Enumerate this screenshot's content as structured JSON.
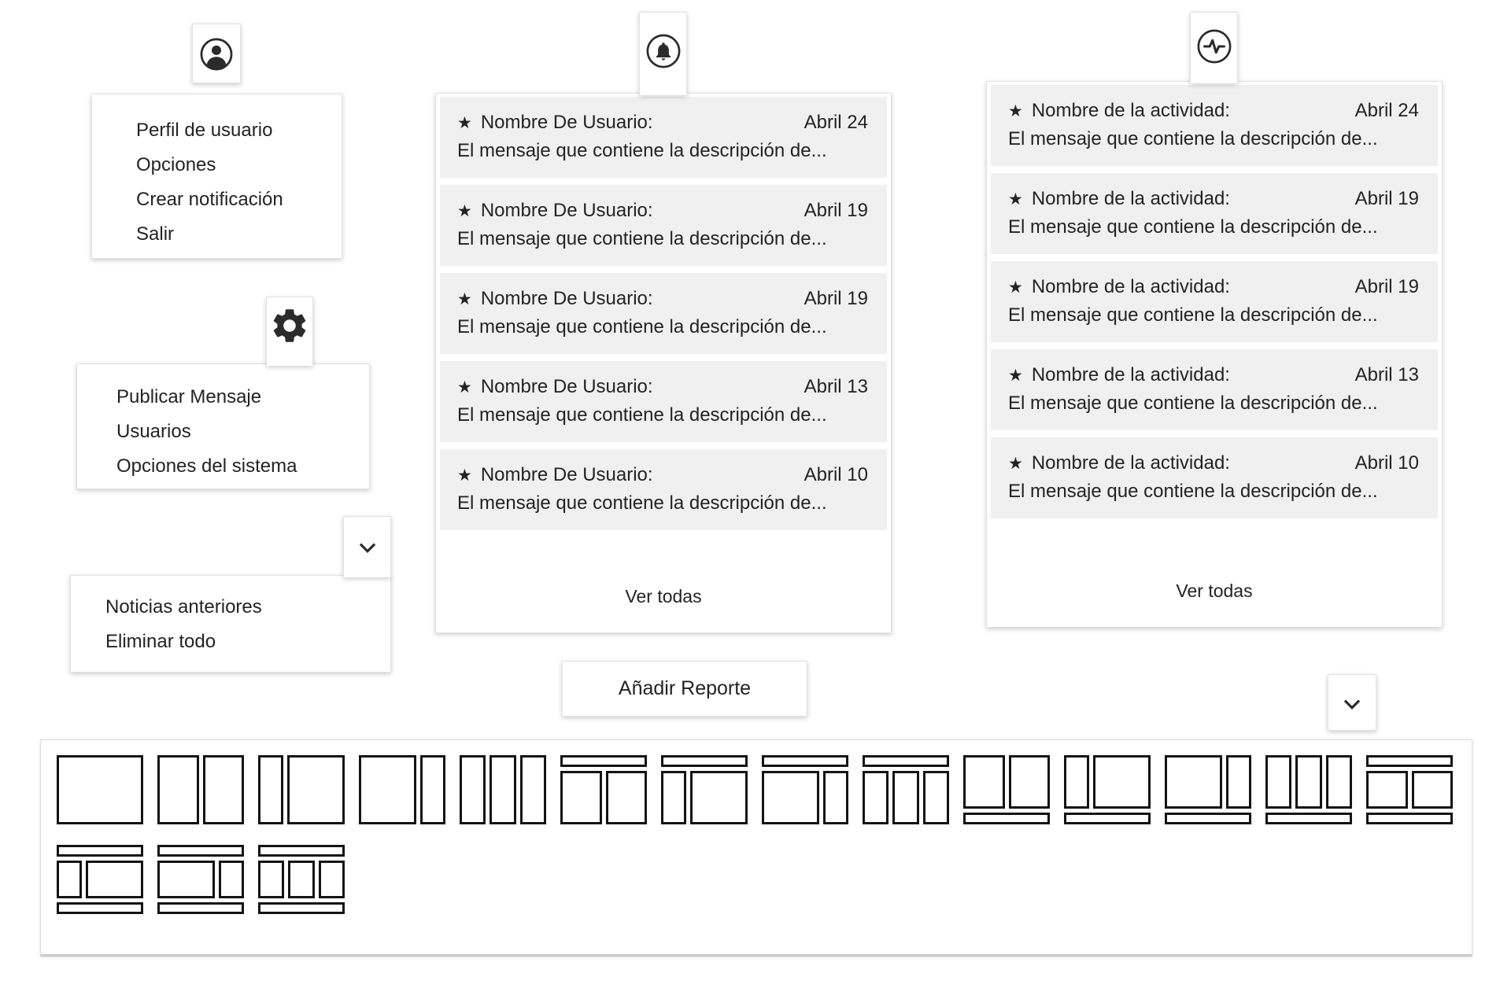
{
  "colors": {
    "text": "#232323",
    "item_background": "#f0f0f0",
    "card_border": "#e2e2e2",
    "thumb_border": "#141414"
  },
  "user_menu": {
    "icon": "user-icon",
    "items": [
      "Perfil de usuario",
      "Opciones",
      "Crear notificación",
      "Salir"
    ]
  },
  "settings_menu": {
    "icon": "gear-icon",
    "items": [
      "Publicar Mensaje",
      "Usuarios",
      "Opciones del sistema"
    ]
  },
  "news_menu": {
    "icon": "chevron-down-icon",
    "items": [
      "Noticias anteriores",
      "Eliminar todo"
    ]
  },
  "notifications": {
    "icon": "bell-icon",
    "view_all": "Ver todas",
    "items": [
      {
        "star": "★",
        "title": "Nombre De Usuario:",
        "date": "Abril 24",
        "message": "El mensaje que contiene la descripción de..."
      },
      {
        "star": "★",
        "title": "Nombre De Usuario:",
        "date": "Abril 19",
        "message": "El mensaje que contiene la descripción de..."
      },
      {
        "star": "★",
        "title": "Nombre De Usuario:",
        "date": "Abril 19",
        "message": "El mensaje que contiene la descripción de..."
      },
      {
        "star": "★",
        "title": "Nombre De Usuario:",
        "date": "Abril 13",
        "message": "El mensaje que contiene la descripción de..."
      },
      {
        "star": "★",
        "title": "Nombre De Usuario:",
        "date": "Abril 10",
        "message": "El mensaje que contiene la descripción de..."
      }
    ]
  },
  "activity": {
    "icon": "activity-icon",
    "view_all": "Ver todas",
    "items": [
      {
        "star": "★",
        "title": "Nombre de la actividad:",
        "date": "Abril 24",
        "message": "El mensaje que contiene la descripción de..."
      },
      {
        "star": "★",
        "title": "Nombre de la actividad:",
        "date": "Abril 19",
        "message": "El mensaje que contiene la descripción de..."
      },
      {
        "star": "★",
        "title": "Nombre de la actividad:",
        "date": "Abril 19",
        "message": "El mensaje que contiene la descripción de..."
      },
      {
        "star": "★",
        "title": "Nombre de la actividad:",
        "date": "Abril 13",
        "message": "El mensaje que contiene la descripción de..."
      },
      {
        "star": "★",
        "title": "Nombre de la actividad:",
        "date": "Abril 10",
        "message": "El mensaje que contiene la descripción de..."
      }
    ]
  },
  "add_report": {
    "label": "Añadir Reporte"
  },
  "layout_picker": {
    "collapse_icon": "chevron-down-icon",
    "layouts": [
      {
        "name": "single",
        "rows": [
          {
            "cells": [
              1
            ]
          }
        ]
      },
      {
        "name": "two-columns",
        "rows": [
          {
            "cells": [
              1,
              1
            ]
          }
        ]
      },
      {
        "name": "sidebar-left",
        "rows": [
          {
            "cells": [
              1,
              2.6
            ]
          }
        ]
      },
      {
        "name": "sidebar-right",
        "rows": [
          {
            "cells": [
              2.6,
              1
            ]
          }
        ]
      },
      {
        "name": "three-columns",
        "rows": [
          {
            "cells": [
              1,
              1,
              1
            ]
          }
        ]
      },
      {
        "name": "header-two-columns",
        "rows": [
          {
            "bar": true
          },
          {
            "cells": [
              1,
              1
            ]
          }
        ]
      },
      {
        "name": "header-sidebar-left",
        "rows": [
          {
            "bar": true
          },
          {
            "cells": [
              1,
              2.6
            ]
          }
        ]
      },
      {
        "name": "header-sidebar-right",
        "rows": [
          {
            "bar": true
          },
          {
            "cells": [
              2.6,
              1
            ]
          }
        ]
      },
      {
        "name": "header-three-columns",
        "rows": [
          {
            "bar": true
          },
          {
            "cells": [
              1,
              1,
              1
            ]
          }
        ]
      },
      {
        "name": "two-columns-footer",
        "rows": [
          {
            "cells": [
              1,
              1
            ]
          },
          {
            "bar": true
          }
        ]
      },
      {
        "name": "sidebar-left-footer",
        "rows": [
          {
            "cells": [
              1,
              2.6
            ]
          },
          {
            "bar": true
          }
        ]
      },
      {
        "name": "sidebar-right-footer",
        "rows": [
          {
            "cells": [
              2.6,
              1
            ]
          },
          {
            "bar": true
          }
        ]
      },
      {
        "name": "three-columns-footer",
        "rows": [
          {
            "cells": [
              1,
              1,
              1
            ]
          },
          {
            "bar": true
          }
        ]
      },
      {
        "name": "header-two-columns-footer",
        "rows": [
          {
            "bar": true
          },
          {
            "cells": [
              1,
              1
            ]
          },
          {
            "bar": true
          }
        ]
      },
      {
        "name": "header-sidebar-left-footer",
        "rows": [
          {
            "bar": true
          },
          {
            "cells": [
              1,
              2.6
            ]
          },
          {
            "bar": true
          }
        ]
      },
      {
        "name": "header-sidebar-right-footer",
        "rows": [
          {
            "bar": true
          },
          {
            "cells": [
              2.6,
              1
            ]
          },
          {
            "bar": true
          }
        ]
      },
      {
        "name": "header-three-columns-footer",
        "rows": [
          {
            "bar": true
          },
          {
            "cells": [
              1,
              1,
              1
            ]
          },
          {
            "bar": true
          }
        ]
      }
    ]
  }
}
